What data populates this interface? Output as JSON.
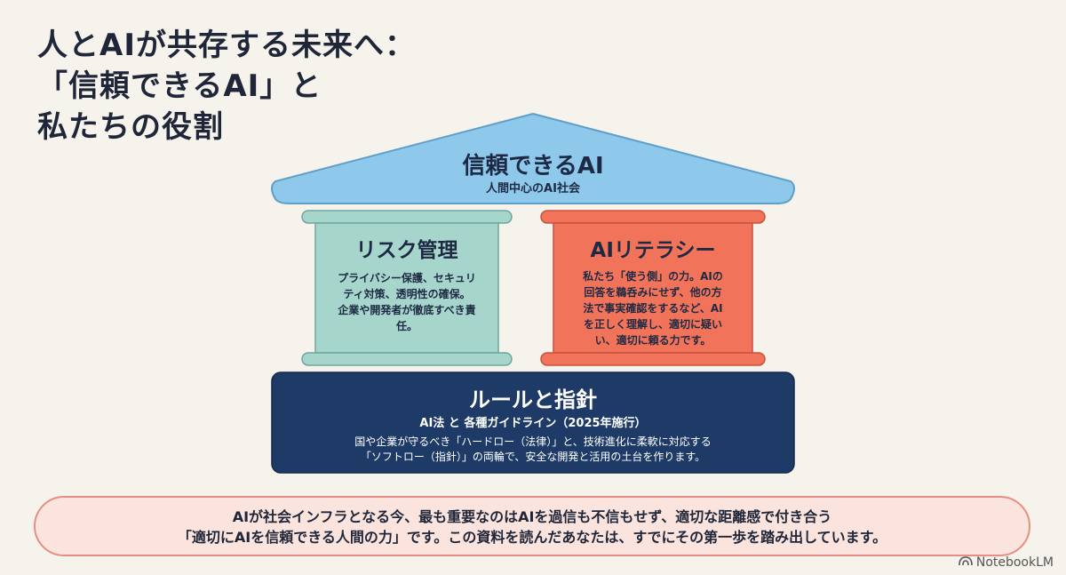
{
  "title": {
    "line1": "人とAIが共存する未来へ：",
    "line2": "「信頼できるAI」と",
    "line3": "私たちの役割"
  },
  "roof": {
    "title": "信頼できるAI",
    "subtitle": "人間中心のAI社会"
  },
  "pillars": [
    {
      "title": "リスク管理",
      "body": [
        "プライバシー保護、セキュリ",
        "ティ対策、透明性の確保。",
        "企業や開発者が徹底すべき責",
        "任。"
      ],
      "color": "#a6d5cc"
    },
    {
      "title": "AIリテラシー",
      "body": [
        "私たち「使う側」の力。AIの",
        "回答を鵜呑みにせず、他の方",
        "法で事実確認をするなど、AI",
        "を正しく理解し、適切に疑い",
        "い、適切に頼る力です。"
      ],
      "color": "#f0735a"
    }
  ],
  "base": {
    "title": "ルールと指針",
    "subtitle": "AI法 と 各種ガイドライン（2025年施行）",
    "body": [
      "国や企業が守るべき「ハードロー（法律）」と、技術進化に柔軟に対応する",
      "「ソフトロー（指針）」の両輪で、安全な開発と活用の土台を作ります。"
    ],
    "color": "#1e3a66"
  },
  "banner": {
    "line1": "AIが社会インフラとなる今、最も重要なのはAIを過信も不信もせず、適切な距離感で付き合う",
    "line2": "「適切にAIを信頼できる人間の力」です。この資料を読んだあなたは、すでにその第一歩を踏み出しています。"
  },
  "badge": {
    "label": "NotebookLM",
    "icon": "notebooklm-logo-icon"
  },
  "colors": {
    "roof": "#8ec8ea",
    "background": "#f6f2ec"
  }
}
